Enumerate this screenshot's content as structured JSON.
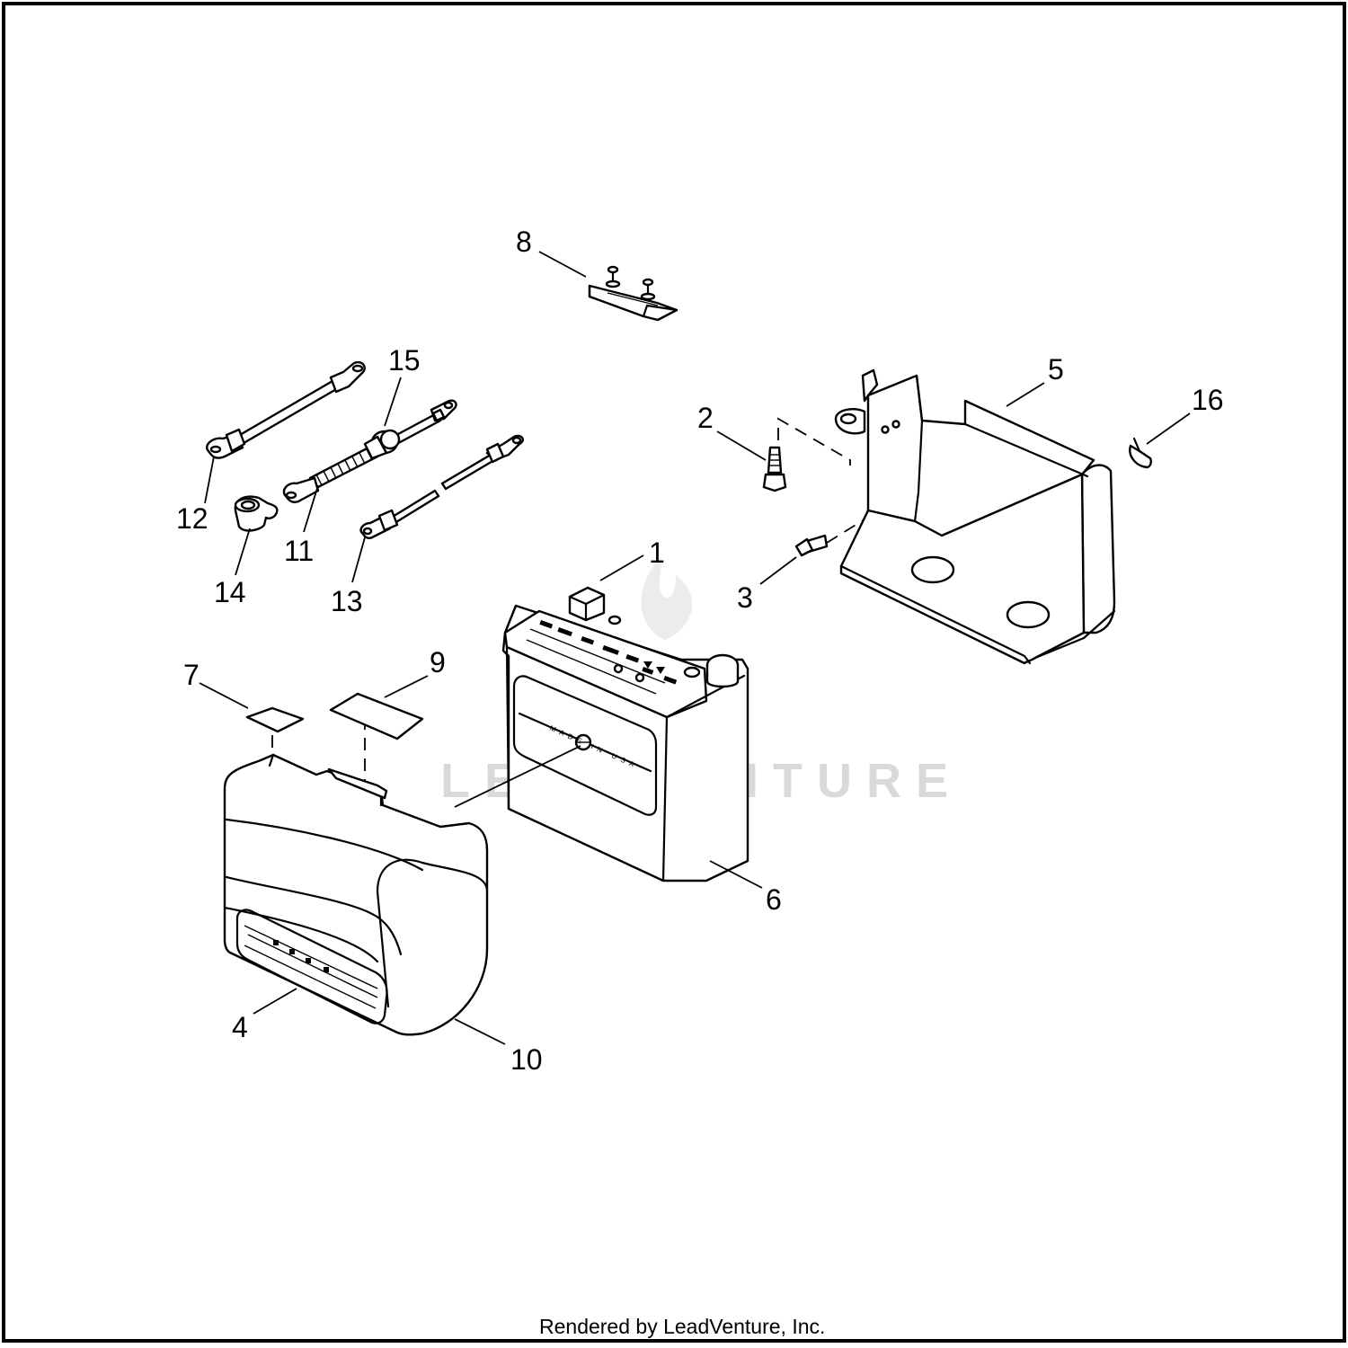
{
  "diagram": {
    "callouts": [
      "1",
      "2",
      "3",
      "4",
      "5",
      "6",
      "7",
      "8",
      "9",
      "10",
      "11",
      "12",
      "13",
      "14",
      "15",
      "16"
    ],
    "battery_label": "MADE IN USA",
    "watermark": "LEADVENTURE",
    "footer": "Rendered by LeadVenture, Inc."
  }
}
